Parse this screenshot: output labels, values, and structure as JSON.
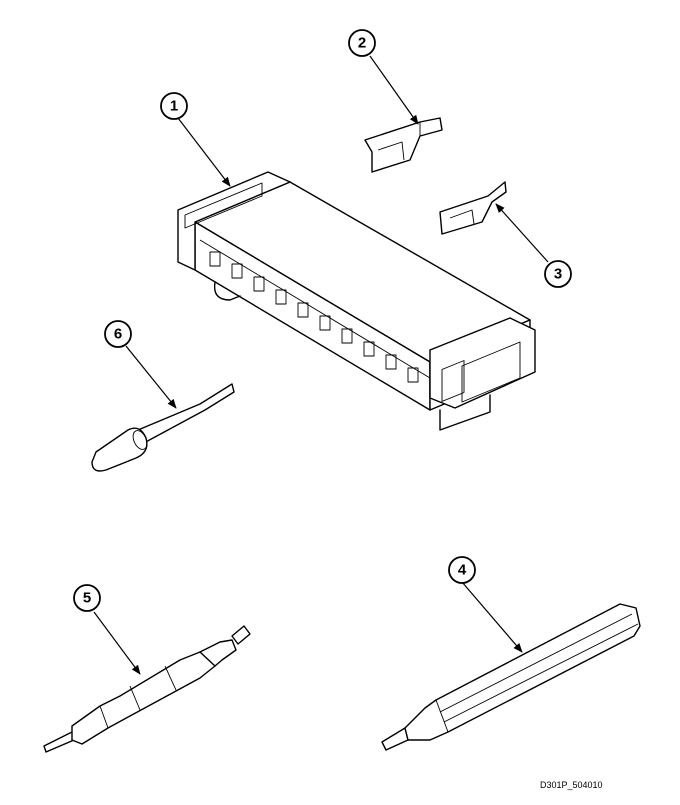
{
  "callouts": [
    {
      "id": "1",
      "label": "1"
    },
    {
      "id": "2",
      "label": "2"
    },
    {
      "id": "3",
      "label": "3"
    },
    {
      "id": "4",
      "label": "4"
    },
    {
      "id": "5",
      "label": "5"
    },
    {
      "id": "6",
      "label": "6"
    }
  ],
  "drawing_code": "D301P_504010",
  "colors": {
    "line": "#000000",
    "background": "#ffffff"
  }
}
